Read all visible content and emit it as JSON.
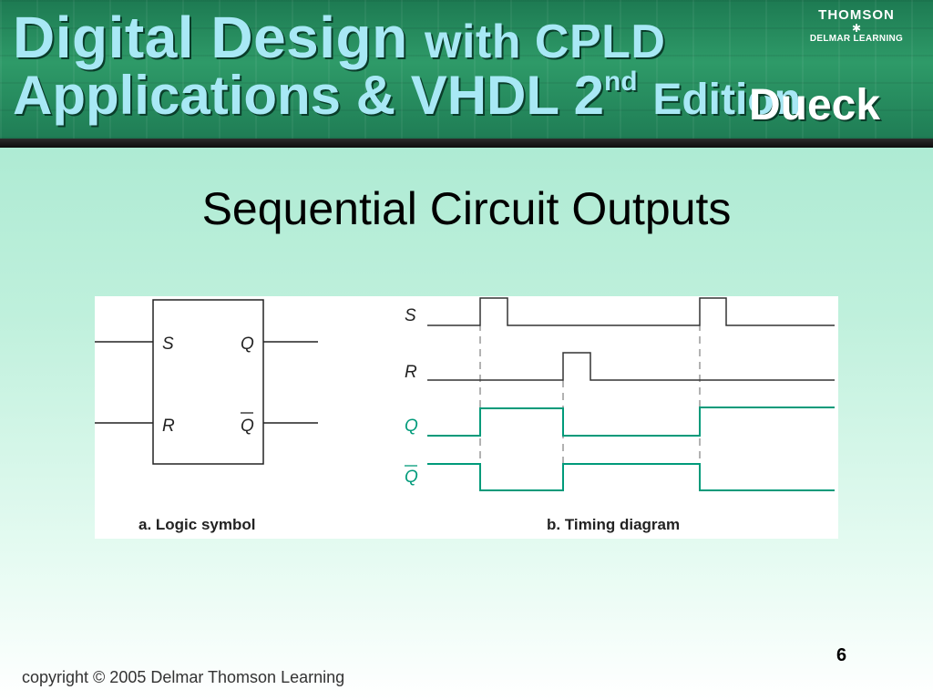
{
  "banner": {
    "line1_part1": "Digital Design",
    "line1_part2": "with CPLD",
    "line2_part1": "Applications & VHDL 2",
    "line2_sup": "nd",
    "line2_part2": "Edition",
    "author": "Dueck",
    "publisher_line1": "THOMSON",
    "publisher_star": "✱",
    "publisher_line2": "DELMAR LEARNING"
  },
  "slide": {
    "title": "Sequential Circuit Outputs",
    "page_number": "6",
    "copyright": "copyright © 2005 Delmar Thomson Learning"
  },
  "figure": {
    "logic_symbol": {
      "input_s": "S",
      "input_r": "R",
      "output_q": "Q",
      "output_qbar": "Q",
      "caption": "a. Logic symbol"
    },
    "timing": {
      "labels": {
        "s": "S",
        "r": "R",
        "q": "Q",
        "qbar": "Q"
      },
      "caption": "b. Timing diagram",
      "colors": {
        "input": "#000000",
        "output": "#009a7a"
      }
    }
  }
}
